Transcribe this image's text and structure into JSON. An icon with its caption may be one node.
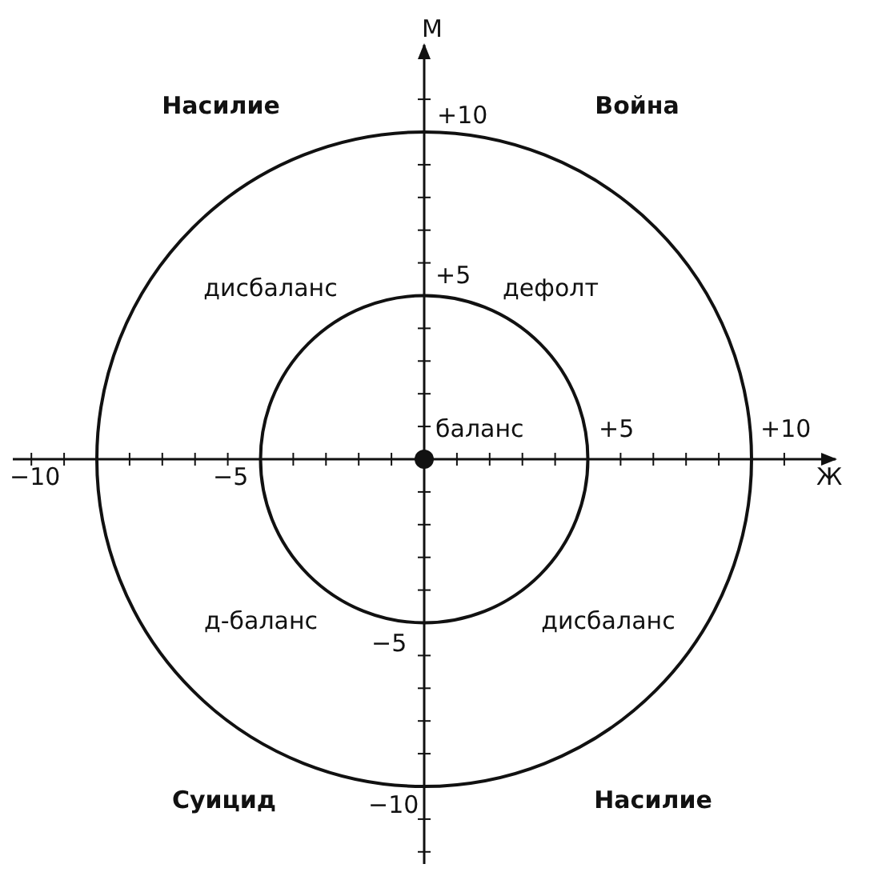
{
  "diagram": {
    "labels": [
      "М",
      "Насилие",
      "Война",
      "+10",
      "дисбаланс",
      "+5",
      "дефолт",
      "баланс",
      "+5",
      "+10",
      "−10",
      "−5",
      "Ж",
      "д-баланс",
      "дисбаланс",
      "−5",
      "Суицид",
      "−10",
      "Насилие"
    ]
  }
}
